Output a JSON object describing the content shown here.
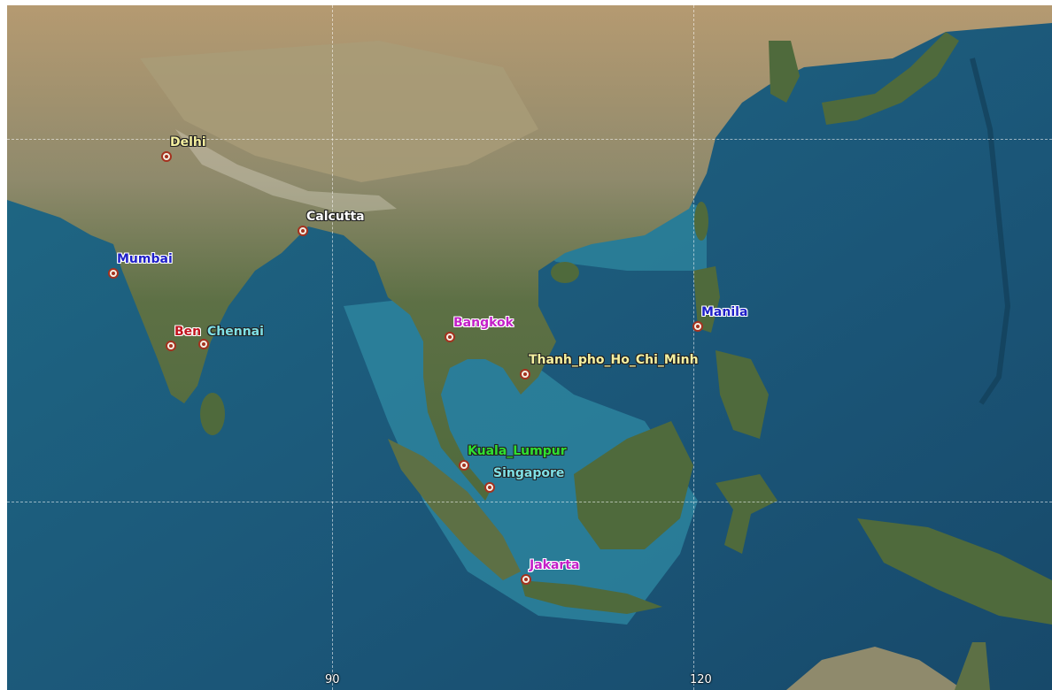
{
  "map": {
    "colors": {
      "ocean_deep": "#1b5678",
      "ocean_shallow": "#2f8aa3",
      "land_green": "#4f6a3c",
      "land_desert": "#b59a71",
      "land_plateau": "#8f8a6c"
    },
    "grid_labels": {
      "lon_90": "90",
      "lon_120": "120"
    },
    "cities": [
      {
        "key": "delhi",
        "name": "Delhi",
        "color": "#f5f0a0",
        "outline": "dark"
      },
      {
        "key": "calcutta",
        "name": "Calcutta",
        "color": "#ffffff",
        "outline": "dark"
      },
      {
        "key": "mumbai",
        "name": "Mumbai",
        "color": "#1e1ec8",
        "outline": "light"
      },
      {
        "key": "bengaluru",
        "name": "Ben",
        "color": "#c0141e",
        "outline": "light"
      },
      {
        "key": "chennai",
        "name": "Chennai",
        "color": "#7fe0e6",
        "outline": "dark"
      },
      {
        "key": "bangkok",
        "name": "Bangkok",
        "color": "#c31fc8",
        "outline": "light"
      },
      {
        "key": "hcmc",
        "name": "Thanh_pho_Ho_Chi_Minh",
        "color": "#f5f0a0",
        "outline": "dark"
      },
      {
        "key": "manila",
        "name": "Manila",
        "color": "#1e1ec8",
        "outline": "light"
      },
      {
        "key": "kuala_lumpur",
        "name": "Kuala_Lumpur",
        "color": "#2fe02f",
        "outline": "dark"
      },
      {
        "key": "singapore",
        "name": "Singapore",
        "color": "#7fe0e6",
        "outline": "dark"
      },
      {
        "key": "jakarta",
        "name": "Jakarta",
        "color": "#c31fc8",
        "outline": "light"
      }
    ]
  }
}
